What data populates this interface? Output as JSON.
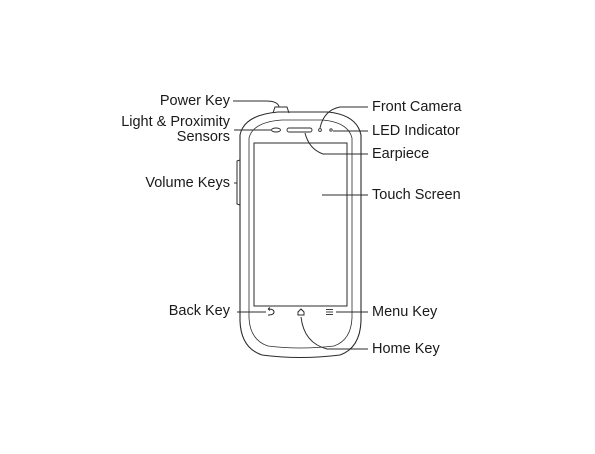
{
  "labels": {
    "power_key": "Power Key",
    "light_proximity_line1": "Light & Proximity",
    "light_proximity_line2": "Sensors",
    "volume_keys": "Volume Keys",
    "back_key": "Back Key",
    "front_camera": "Front Camera",
    "led_indicator": "LED Indicator",
    "earpiece": "Earpiece",
    "touch_screen": "Touch Screen",
    "menu_key": "Menu Key",
    "home_key": "Home Key"
  },
  "colors": {
    "outline": "#2b2b2b",
    "text": "#1a1a1a",
    "background": "#ffffff"
  },
  "icons": {
    "back_key": "back-arrow-icon",
    "home_key": "home-icon",
    "menu_key": "menu-lines-icon"
  }
}
